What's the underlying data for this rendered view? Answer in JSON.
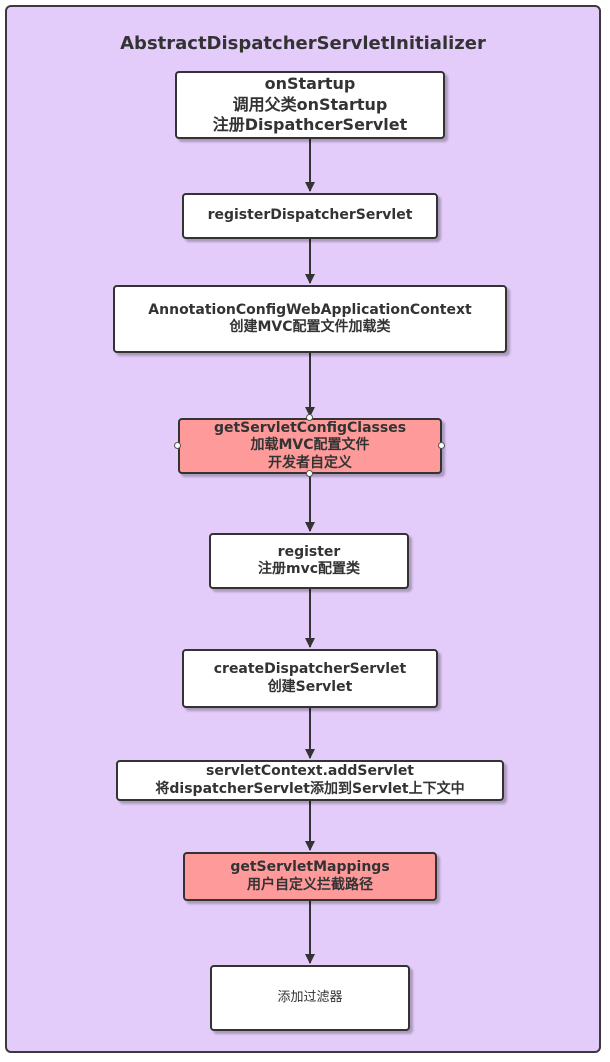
{
  "diagram": {
    "title": "AbstractDispatcherServletInitializer",
    "nodes": [
      {
        "lines": [
          "onStartup",
          "调用父类onStartup",
          "注册DispathcerServlet"
        ]
      },
      {
        "lines": [
          "registerDispatcherServlet"
        ]
      },
      {
        "lines": [
          "AnnotationConfigWebApplicationContext",
          "创建MVC配置文件加载类"
        ]
      },
      {
        "lines": [
          "getServletConfigClasses",
          "加载MVC配置文件",
          "开发者自定义"
        ]
      },
      {
        "lines": [
          "register",
          "注册mvc配置类"
        ]
      },
      {
        "lines": [
          "createDispatcherServlet",
          "创建Servlet"
        ]
      },
      {
        "lines": [
          "servletContext.addServlet",
          "将dispatcherServlet添加到Servlet上下文中"
        ]
      },
      {
        "lines": [
          "getServletMappings",
          "用户自定义拦截路径"
        ]
      },
      {
        "lines": [
          "添加过滤器"
        ]
      }
    ],
    "colors": {
      "background": "#e3ccfa",
      "node": "#ffffff",
      "highlight": "#fe9a9a",
      "stroke": "#333333"
    }
  }
}
